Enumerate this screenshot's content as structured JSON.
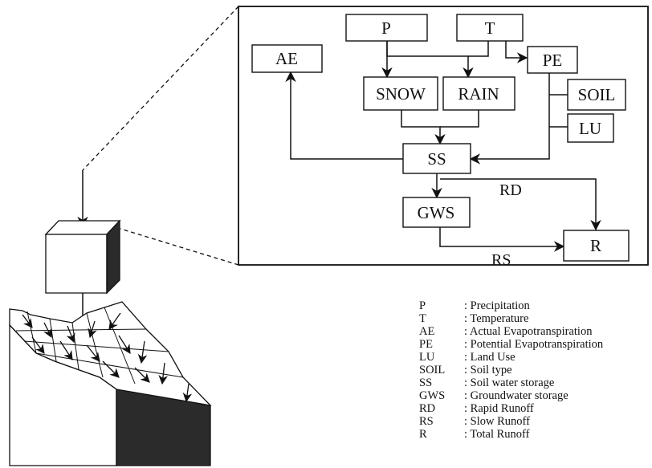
{
  "nodes": {
    "p": "P",
    "t": "T",
    "ae": "AE",
    "pe": "PE",
    "snow": "SNOW",
    "rain": "RAIN",
    "soil": "SOIL",
    "lu": "LU",
    "ss": "SS",
    "gws": "GWS",
    "r": "R"
  },
  "edge_labels": {
    "rd": "RD",
    "rs": "RS"
  },
  "legend": [
    {
      "abbr": "P",
      "desc": ": Precipitation"
    },
    {
      "abbr": "T",
      "desc": ": Temperature"
    },
    {
      "abbr": "AE",
      "desc": ": Actual Evapotranspiration"
    },
    {
      "abbr": "PE",
      "desc": ": Potential Evapotranspiration"
    },
    {
      "abbr": "LU",
      "desc": ": Land Use"
    },
    {
      "abbr": "SOIL",
      "desc": ": Soil type"
    },
    {
      "abbr": "SS",
      "desc": ": Soil water storage"
    },
    {
      "abbr": "GWS",
      "desc": ": Groundwater storage"
    },
    {
      "abbr": "RD",
      "desc": ": Rapid Runoff"
    },
    {
      "abbr": "RS",
      "desc": ": Slow Runoff"
    },
    {
      "abbr": "R",
      "desc": ": Total Runoff"
    }
  ],
  "colors": {
    "ink": "#111111",
    "shade": "#2b2b2b"
  }
}
